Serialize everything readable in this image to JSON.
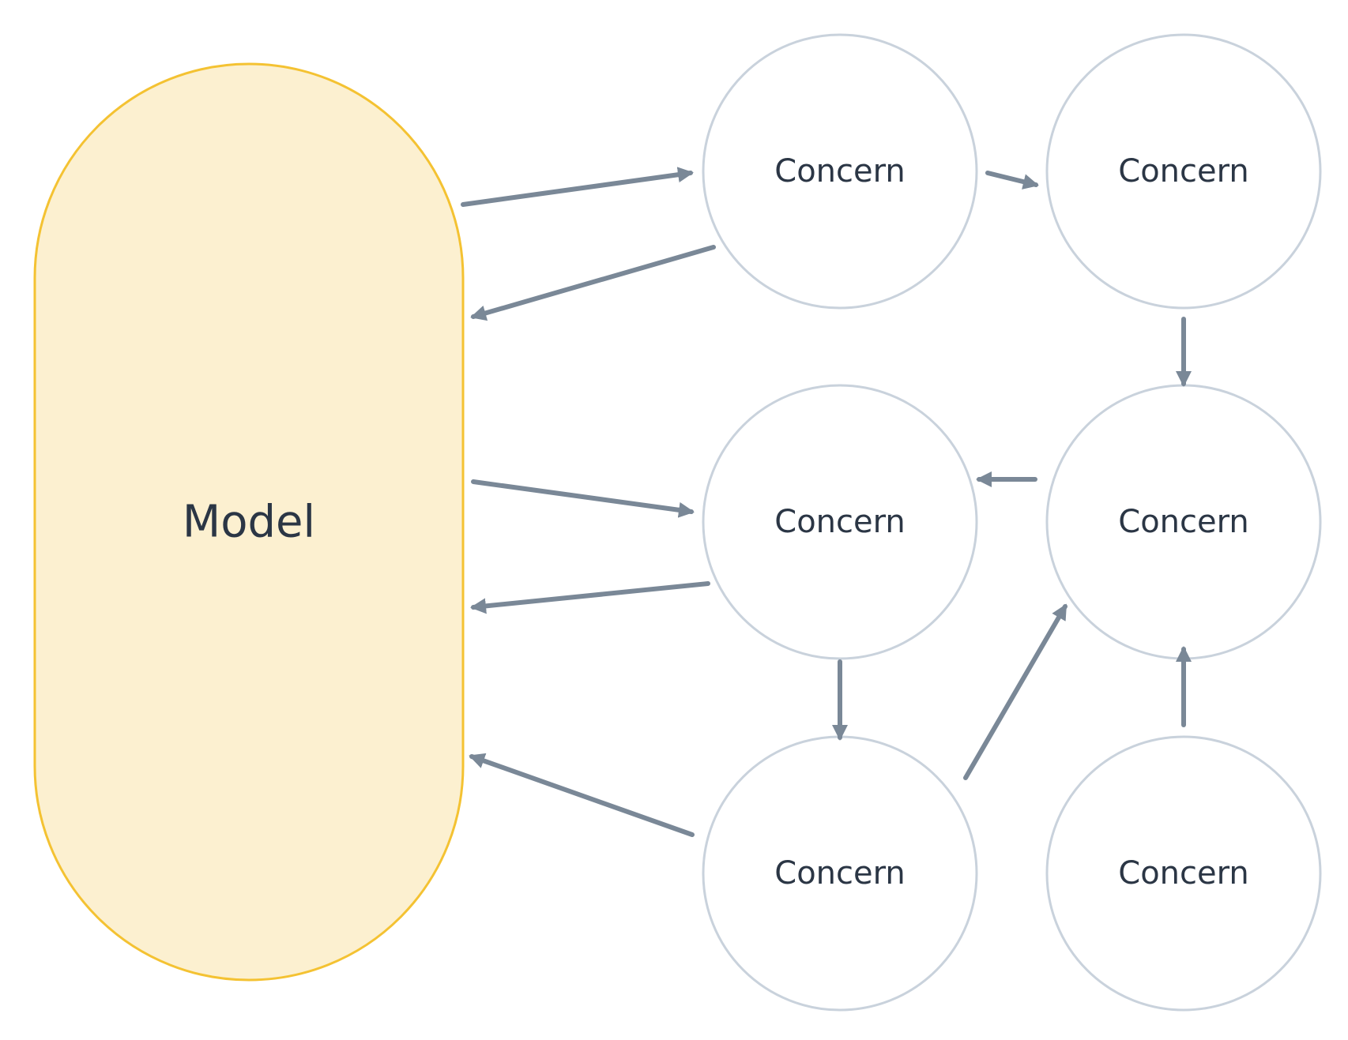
{
  "diagram": {
    "model": {
      "label": "Model"
    },
    "concerns": [
      {
        "id": "concern-1",
        "label": "Concern"
      },
      {
        "id": "concern-2",
        "label": "Concern"
      },
      {
        "id": "concern-3",
        "label": "Concern"
      },
      {
        "id": "concern-4",
        "label": "Concern"
      },
      {
        "id": "concern-5",
        "label": "Concern"
      },
      {
        "id": "concern-6",
        "label": "Concern"
      }
    ],
    "edges": [
      {
        "from": "model",
        "to": "concern-1"
      },
      {
        "from": "concern-1",
        "to": "model"
      },
      {
        "from": "concern-1",
        "to": "concern-2"
      },
      {
        "from": "concern-2",
        "to": "concern-4"
      },
      {
        "from": "concern-4",
        "to": "concern-3"
      },
      {
        "from": "model",
        "to": "concern-3"
      },
      {
        "from": "concern-3",
        "to": "model"
      },
      {
        "from": "concern-3",
        "to": "concern-5"
      },
      {
        "from": "concern-5",
        "to": "model"
      },
      {
        "from": "concern-5",
        "to": "concern-4"
      },
      {
        "from": "concern-6",
        "to": "concern-4"
      }
    ],
    "colors": {
      "model_fill": "#fcf0d0",
      "model_stroke": "#f4c232",
      "concern_stroke": "#c9d2dc",
      "arrow": "#7a8897",
      "text": "#2b3645"
    }
  }
}
